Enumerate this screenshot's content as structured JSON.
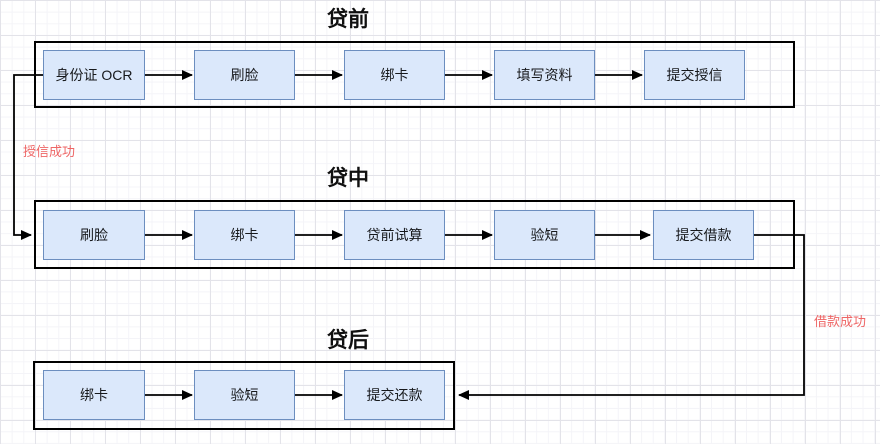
{
  "diagram": {
    "type": "flowchart",
    "sections": [
      {
        "title": "贷前",
        "nodes": [
          {
            "label": "身份证 OCR"
          },
          {
            "label": "刷脸"
          },
          {
            "label": "绑卡"
          },
          {
            "label": "填写资料"
          },
          {
            "label": "提交授信"
          }
        ]
      },
      {
        "title": "贷中",
        "nodes": [
          {
            "label": "刷脸"
          },
          {
            "label": "绑卡"
          },
          {
            "label": "贷前试算"
          },
          {
            "label": "验短"
          },
          {
            "label": "提交借款"
          }
        ]
      },
      {
        "title": "贷后",
        "nodes": [
          {
            "label": "绑卡"
          },
          {
            "label": "验短"
          },
          {
            "label": "提交还款"
          }
        ]
      }
    ],
    "edge_labels": [
      {
        "label": "授信成功"
      },
      {
        "label": "借款成功"
      }
    ],
    "colors": {
      "node_fill": "#dbe8fb",
      "node_border": "#6c8ebf",
      "container_border": "#000000",
      "arrow": "#000000",
      "edge_label": "#ee6666"
    }
  }
}
